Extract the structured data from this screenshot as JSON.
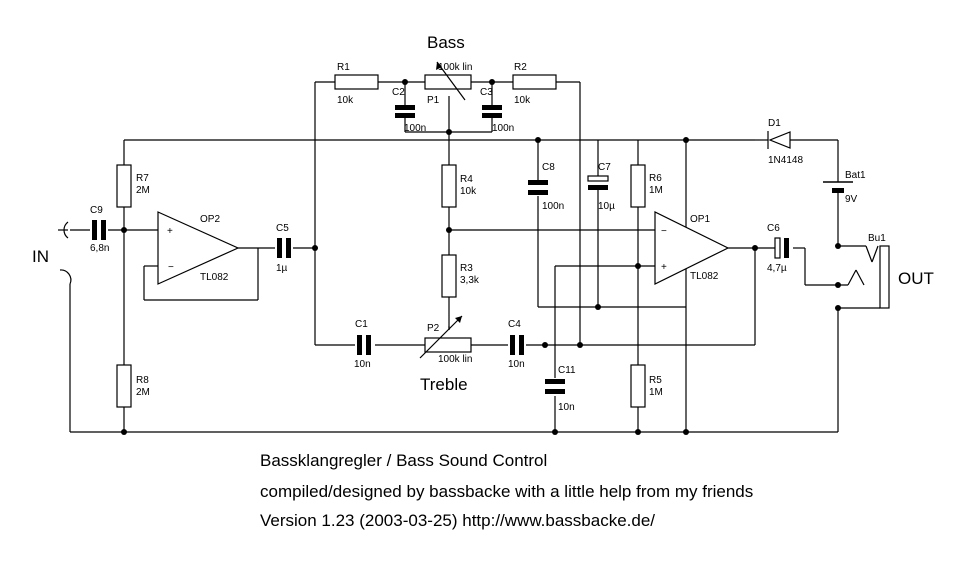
{
  "labels": {
    "bass": "Bass",
    "treble": "Treble",
    "in": "IN",
    "out": "OUT"
  },
  "components": {
    "R1": {
      "ref": "R1",
      "value": "10k"
    },
    "R2": {
      "ref": "R2",
      "value": "10k"
    },
    "R3": {
      "ref": "R3",
      "value": "3,3k"
    },
    "R4": {
      "ref": "R4",
      "value": "10k"
    },
    "R5": {
      "ref": "R5",
      "value": "1M"
    },
    "R6": {
      "ref": "R6",
      "value": "1M"
    },
    "R7": {
      "ref": "R7",
      "value": "2M"
    },
    "R8": {
      "ref": "R8",
      "value": "2M"
    },
    "P1": {
      "ref": "P1",
      "value": "100k lin"
    },
    "P2": {
      "ref": "P2",
      "value": "100k lin"
    },
    "C1": {
      "ref": "C1",
      "value": "10n"
    },
    "C2": {
      "ref": "C2",
      "value": "100n"
    },
    "C3": {
      "ref": "C3",
      "value": "100n"
    },
    "C4": {
      "ref": "C4",
      "value": "10n"
    },
    "C5": {
      "ref": "C5",
      "value": "1µ"
    },
    "C6": {
      "ref": "C6",
      "value": "4,7µ"
    },
    "C7": {
      "ref": "C7",
      "value": "10µ"
    },
    "C8": {
      "ref": "C8",
      "value": "100n"
    },
    "C9": {
      "ref": "C9",
      "value": "6,8n"
    },
    "C11": {
      "ref": "C11",
      "value": "10n"
    },
    "OP1": {
      "ref": "OP1",
      "value": "TL082"
    },
    "OP2": {
      "ref": "OP2",
      "value": "TL082"
    },
    "D1": {
      "ref": "D1",
      "value": "1N4148"
    },
    "Bat1": {
      "ref": "Bat1",
      "value": "9V"
    },
    "Bu1": {
      "ref": "Bu1"
    }
  },
  "caption": {
    "line1": "Bassklangregler / Bass Sound Control",
    "line2": "compiled/designed by bassbacke with a little help from my friends",
    "line3": "Version 1.23 (2003-03-25) http://www.bassbacke.de/"
  }
}
